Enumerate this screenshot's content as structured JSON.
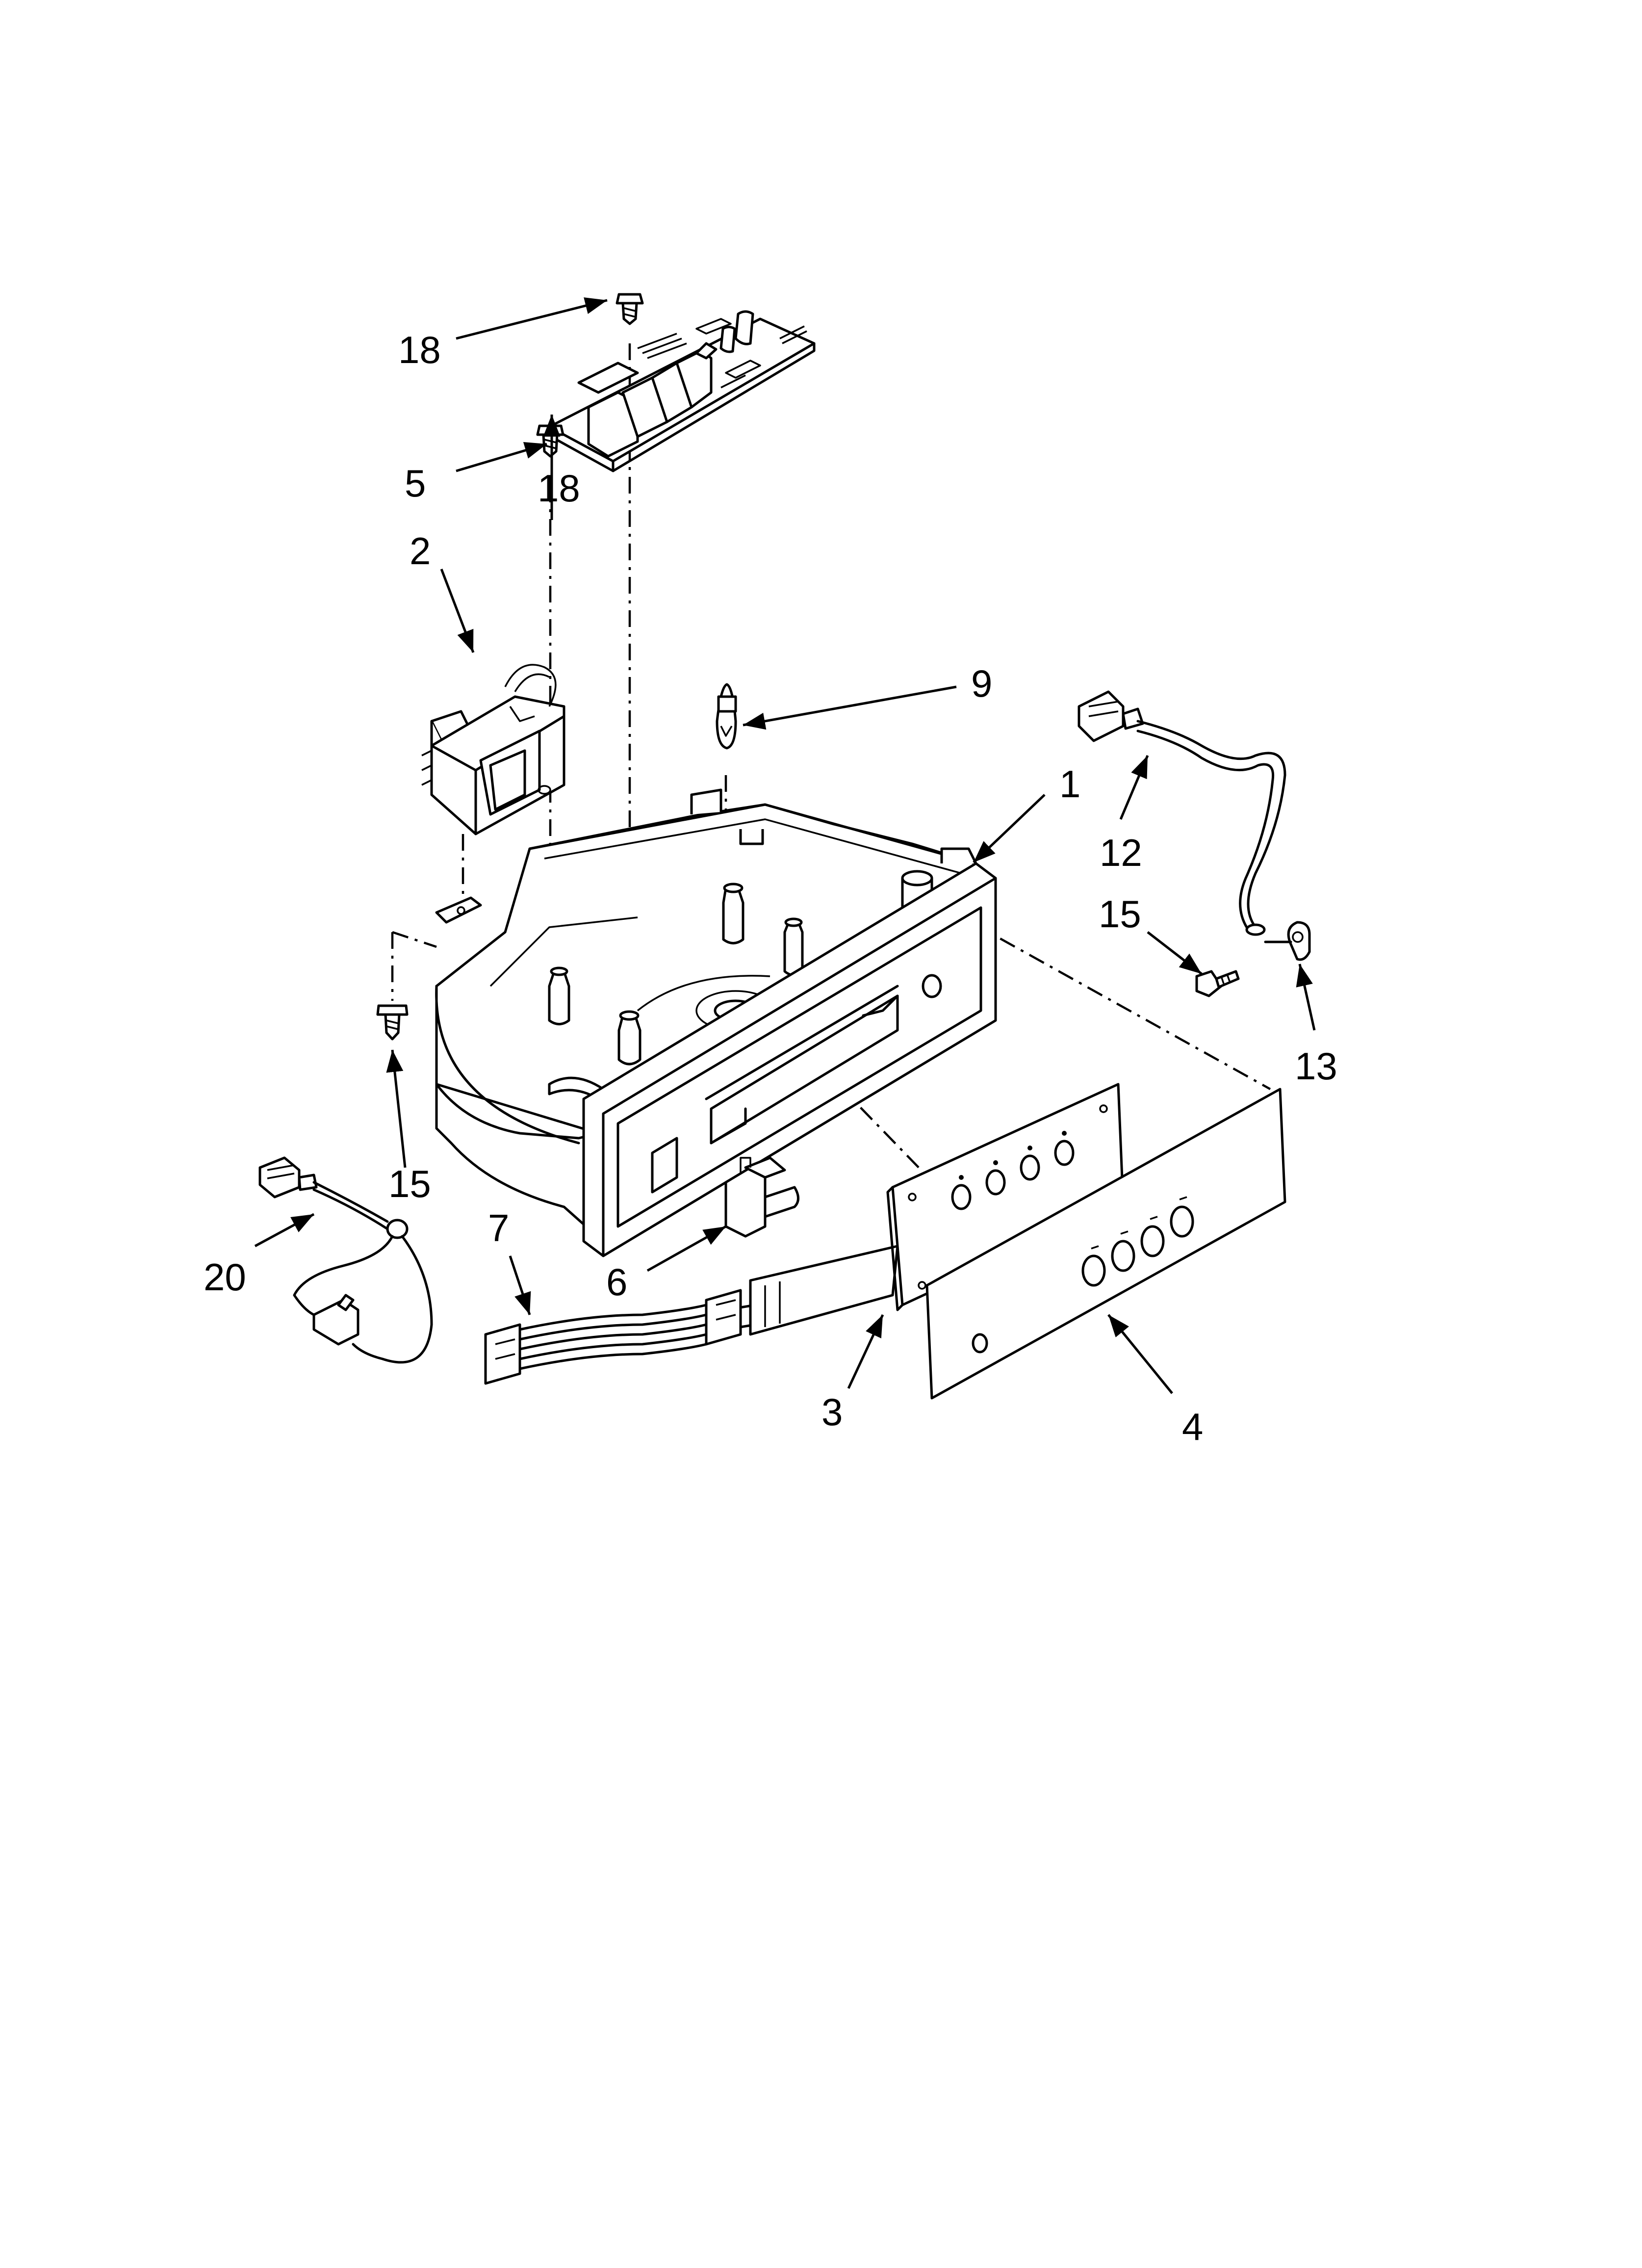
{
  "callouts": {
    "c1": "1",
    "c2": "2",
    "c3": "3",
    "c4": "4",
    "c5": "5",
    "c6": "6",
    "c7": "7",
    "c9": "9",
    "c12": "12",
    "c13": "13",
    "c15a": "15",
    "c15b": "15",
    "c18a": "18",
    "c18b": "18",
    "c20": "20"
  }
}
